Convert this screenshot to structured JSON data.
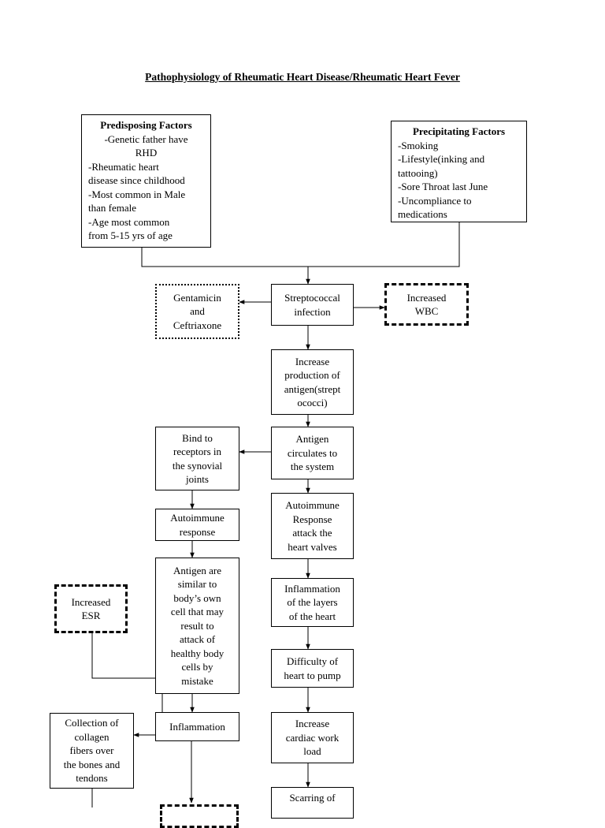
{
  "title": "Pathophysiology of Rheumatic Heart Disease/Rheumatic Heart Fever",
  "predisposing": {
    "heading": "Predisposing Factors",
    "lines": [
      "-Genetic father have",
      "RHD",
      "-Rheumatic heart",
      "disease since childhood",
      "-Most common in Male",
      "than female",
      "-Age most common",
      "from 5-15 yrs of age"
    ]
  },
  "precipitating": {
    "heading": "Precipitating Factors",
    "lines": [
      "-Smoking",
      "-Lifestyle(inking and",
      "tattooing)",
      "-Sore Throat last June",
      "-Uncompliance to",
      "medications"
    ]
  },
  "nodes": {
    "gentamicin": [
      "Gentamicin",
      "and",
      "Ceftriaxone"
    ],
    "strep": [
      "Streptococcal",
      "infection"
    ],
    "wbc": [
      "Increased",
      "WBC"
    ],
    "antigen_prod": [
      "Increase",
      "production of",
      "antigen(strept",
      "ococci)"
    ],
    "circulates": [
      "Antigen",
      "circulates to",
      "the system"
    ],
    "bind": [
      "Bind to",
      "receptors in",
      "the synovial",
      "joints"
    ],
    "auto_left": [
      "Autoimmune",
      "response"
    ],
    "auto_right": [
      "Autoimmune",
      "Response",
      "attack the",
      "heart valves"
    ],
    "similar": [
      "Antigen are",
      "similar to",
      "body’s own",
      "cell that may",
      "result to",
      "attack of",
      "healthy body",
      "cells by",
      "mistake"
    ],
    "esr": [
      "Increased",
      "ESR"
    ],
    "infl_layers": [
      "Inflammation",
      "of the layers",
      "of the heart"
    ],
    "difficulty": [
      "Difficulty of",
      "heart to pump"
    ],
    "inflammation": [
      "Inflammation"
    ],
    "collagen": [
      "Collection of",
      "collagen",
      "fibers over",
      "the bones and",
      "tendons"
    ],
    "workload": [
      "Increase",
      "cardiac work",
      "load"
    ],
    "scarring": [
      "Scarring of"
    ]
  }
}
